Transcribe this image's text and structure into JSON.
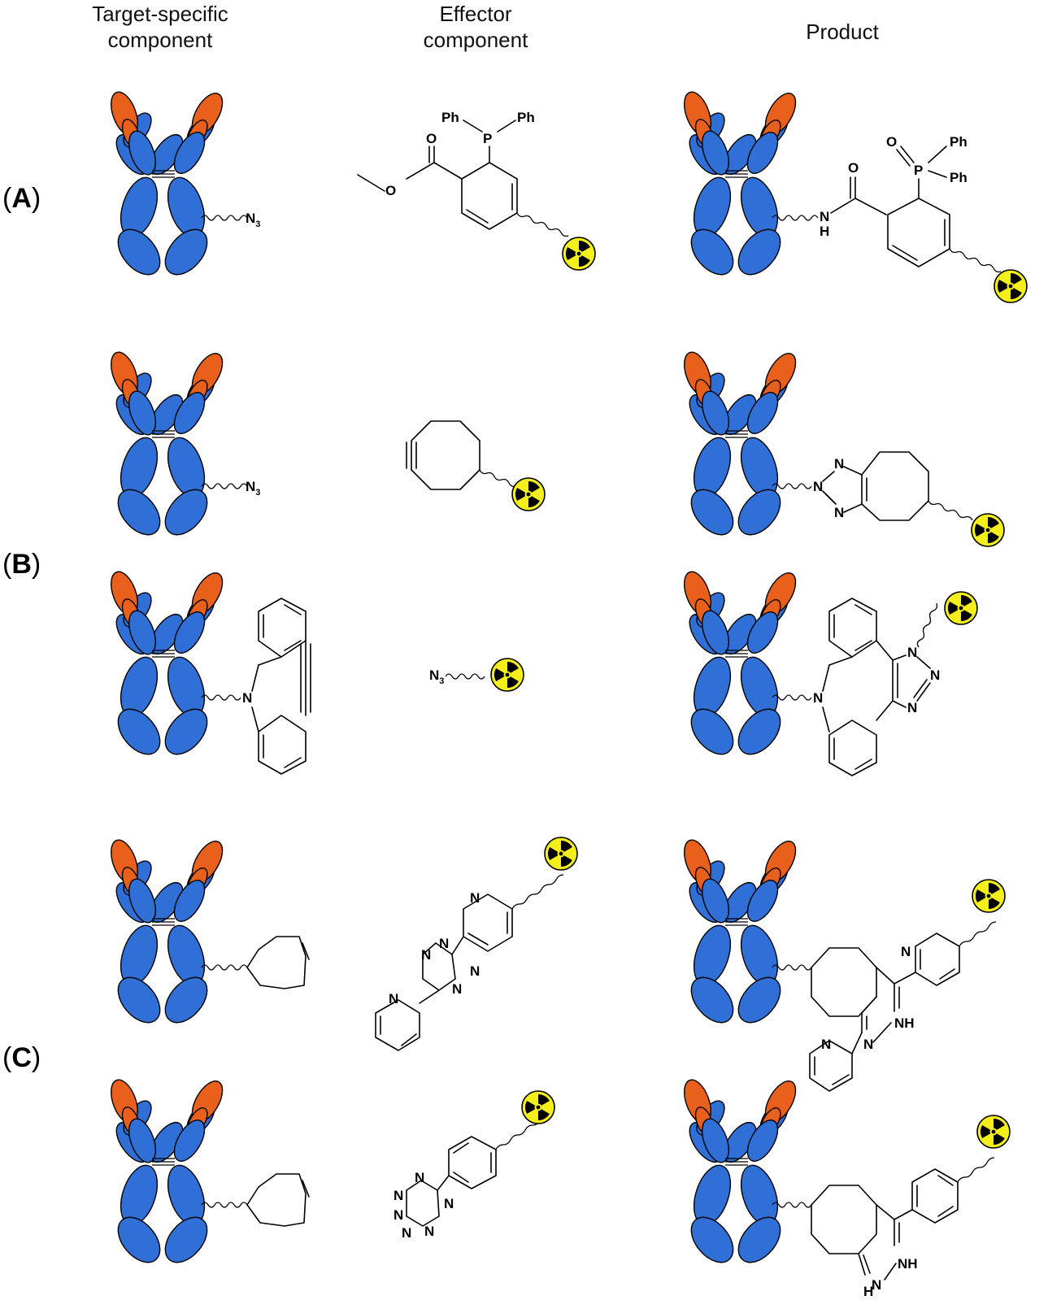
{
  "columns": {
    "target_line1": "Target-specific",
    "target_line2": "component",
    "effector_line1": "Effector",
    "effector_line2": "component",
    "product": "Product"
  },
  "rows": {
    "a": "A",
    "b": "B",
    "c": "C"
  },
  "atoms": {
    "ph": "Ph",
    "p": "P",
    "o": "O",
    "n": "N",
    "h": "H",
    "nh": "NH",
    "n3": "N",
    "n3_sub": "3"
  },
  "colors": {
    "heavy_chain": "#2f6fd6",
    "light_chain": "#e8601c",
    "radio_yellow": "#f4ef1a",
    "line": "#000000"
  },
  "icons": [
    "antibody-icon",
    "radioactive-icon"
  ]
}
